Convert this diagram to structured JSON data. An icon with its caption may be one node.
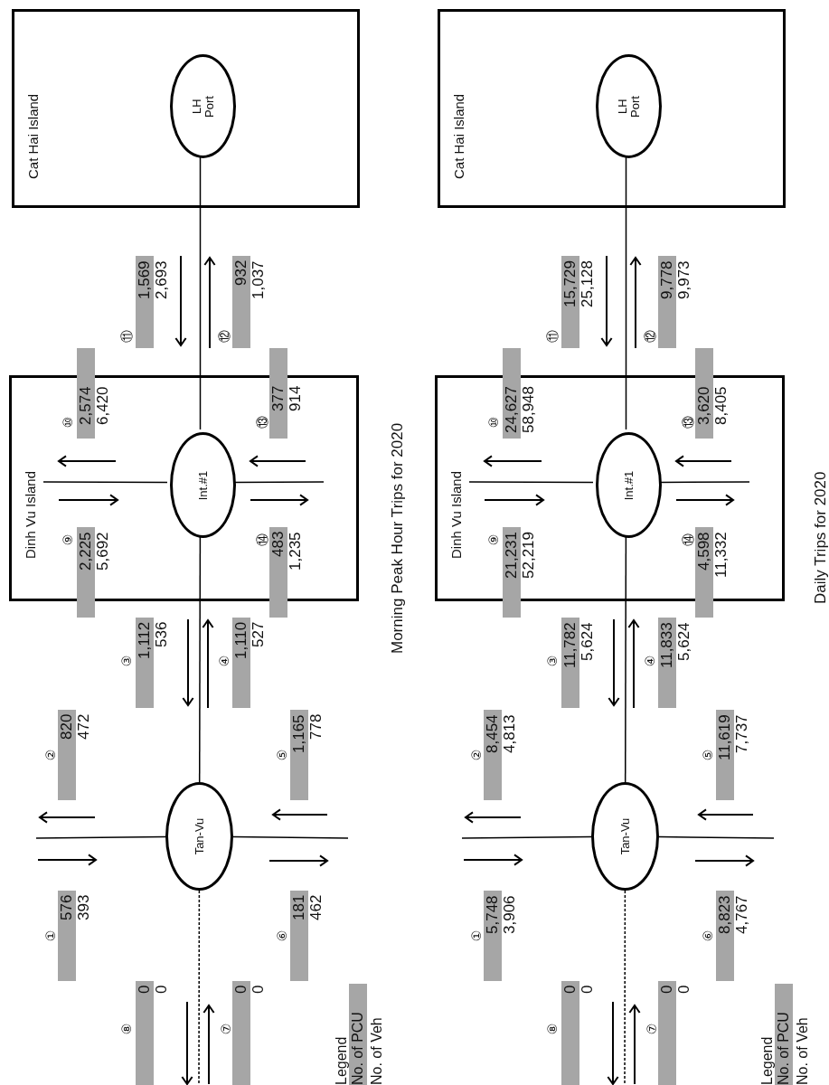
{
  "diagram": {
    "nodes": [
      {
        "text": [
          "Cat Hai Island"
        ]
      },
      {
        "text": [
          "LH Port"
        ],
        "in": 0
      },
      {
        "text": [
          "Dinh Vu Island"
        ]
      },
      {
        "text": [
          "Int.#1"
        ],
        "in": 2
      },
      {
        "text": [
          "Tan-Vu"
        ]
      },
      {
        "text": [
          "Cat Hai Island"
        ]
      },
      {
        "text": [
          "LH Port"
        ],
        "in": 5
      },
      {
        "text": [
          "Dinh Vu Island"
        ]
      },
      {
        "text": [
          "Int.#1"
        ],
        "in": 7
      },
      {
        "text": [
          "Tan-Vu"
        ]
      }
    ],
    "edges": [
      {
        "from": 4,
        "to": 3,
        "arrow": "none"
      },
      {
        "from": 3,
        "to": 1,
        "arrow": "none"
      },
      {
        "from": null,
        "to": 3,
        "arrow": "none"
      },
      {
        "from": 3,
        "to": null,
        "arrow": "none"
      },
      {
        "from": null,
        "to": 4,
        "arrow": "none"
      },
      {
        "from": 4,
        "to": null,
        "arrow": "none"
      },
      {
        "from": 4,
        "to": null,
        "arrow": "none",
        "style": "dashed"
      },
      {
        "from": 9,
        "to": 8,
        "arrow": "none"
      },
      {
        "from": 8,
        "to": 6,
        "arrow": "none"
      },
      {
        "from": null,
        "to": 8,
        "arrow": "none"
      },
      {
        "from": 8,
        "to": null,
        "arrow": "none"
      },
      {
        "from": null,
        "to": 9,
        "arrow": "none"
      },
      {
        "from": 9,
        "to": null,
        "arrow": "none"
      },
      {
        "from": 9,
        "to": null,
        "arrow": "none",
        "style": "dashed"
      }
    ],
    "labels": [
      "①",
      "576",
      "393",
      "②",
      "820",
      "472",
      "③",
      "1,112",
      "536",
      "④",
      "1,110",
      "527",
      "⑤",
      "1,165",
      "778",
      "⑥",
      "181",
      "462",
      "⑦",
      "0",
      "0",
      "⑧",
      "0",
      "0",
      "⑨",
      "2,225",
      "5,692",
      "⑩",
      "2,574",
      "6,420",
      "⑪",
      "1,569",
      "2,693",
      "⑫",
      "932",
      "1,037",
      "⑬",
      "377",
      "914",
      "⑭",
      "483",
      "1,235",
      "Legend",
      "Morning Peak Hour Trips for 2020",
      "①",
      "5,748",
      "3,906",
      "②",
      "8,454",
      "4,813",
      "③",
      "11,782",
      "5,624",
      "④",
      "11,833",
      "5,624",
      "⑤",
      "11,619",
      "7,737",
      "⑥",
      "8,823",
      "4,767",
      "⑦",
      "0",
      "0",
      "⑧",
      "0",
      "0",
      "⑨",
      "21,231",
      "52,219",
      "⑩",
      "24,627",
      "58,948",
      "⑪",
      "15,729",
      "25,128",
      "⑫",
      "9,778",
      "9,973",
      "⑬",
      "3,620",
      "8,405",
      "⑭",
      "4,598",
      "11,332",
      "Legend",
      "Daily Trips for 2020"
    ],
    "legend": [
      {
        "text": "No. of PCU",
        "color": "#a6a6a6"
      },
      {
        "text": "No. of Veh"
      },
      {
        "text": "No. of PCU",
        "color": "#a6a6a6"
      },
      {
        "text": "No. of Veh"
      }
    ]
  }
}
